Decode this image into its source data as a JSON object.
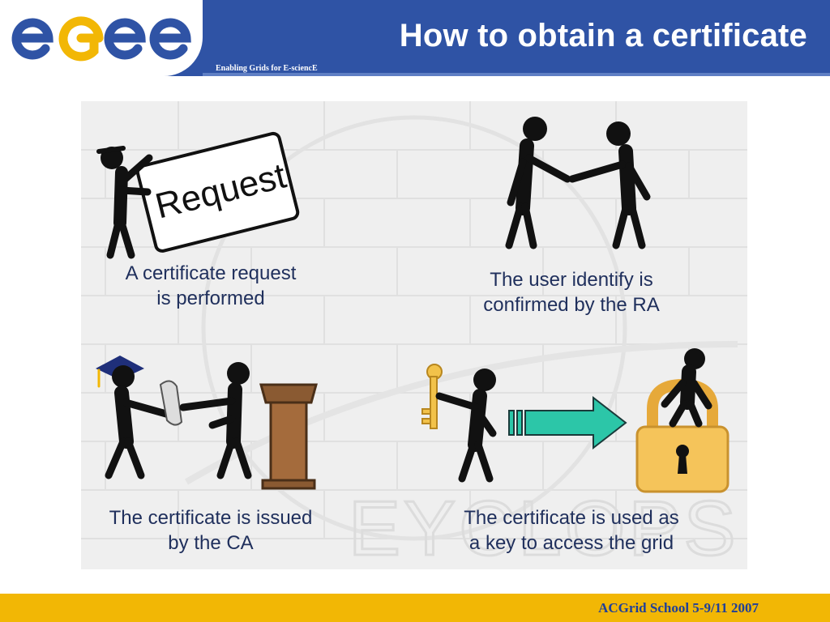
{
  "header": {
    "logo_text": "egee",
    "tagline": "Enabling Grids for E-sciencE",
    "title": "How to obtain a certificate"
  },
  "panels": [
    {
      "caption_lines": [
        "A certificate request",
        "is performed"
      ],
      "sign_text": "Request"
    },
    {
      "caption_lines": [
        "The user identify is",
        "confirmed by the RA"
      ]
    },
    {
      "caption_lines": [
        "The certificate is issued",
        "by the CA"
      ]
    },
    {
      "caption_lines": [
        "The certificate is used as",
        "a key to access the grid"
      ]
    }
  ],
  "background_watermark": "EYCLOPS",
  "footer": {
    "text": "ACGrid School 5-9/11 2007"
  },
  "colors": {
    "header_blue": "#2f53a5",
    "footer_yellow": "#f2b705",
    "caption_navy": "#1f2f5c",
    "arrow_teal": "#2cc6a8",
    "lock_gold": "#f5c45a",
    "podium_brown": "#8a5a32"
  }
}
